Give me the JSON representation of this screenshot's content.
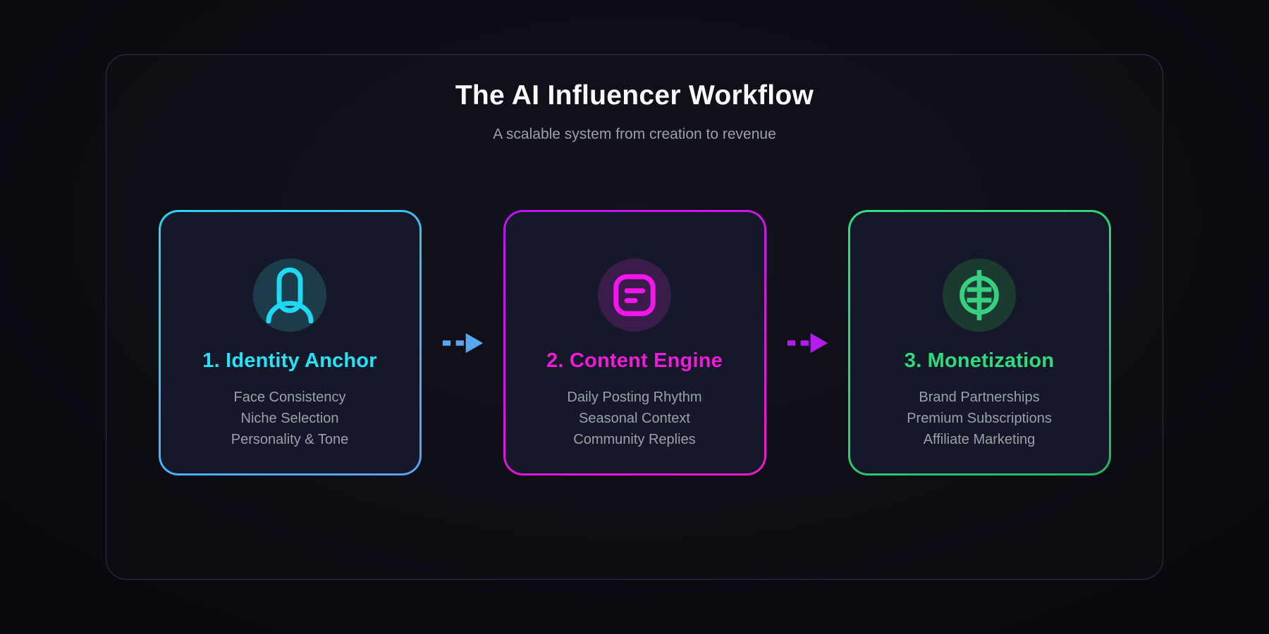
{
  "page": {
    "title": "The AI Influencer Workflow",
    "subtitle": "A scalable system from creation to revenue"
  },
  "workflow": {
    "steps": [
      {
        "title": "1. Identity Anchor",
        "icon": "user-icon",
        "items": [
          "Face Consistency",
          "Niche Selection",
          "Personality & Tone"
        ],
        "accent": "#2ed3f2",
        "accent_secondary": "#5d9ff2",
        "icon_background": "#1c3c4c"
      },
      {
        "title": "2. Content Engine",
        "icon": "note-icon",
        "items": [
          "Daily Posting Rhythm",
          "Seasonal Context",
          "Community Replies"
        ],
        "accent": "#ee1bd8",
        "accent_secondary": "#bb14f2",
        "icon_background": "#3a1c4b"
      },
      {
        "title": "3. Monetization",
        "icon": "coin-icon",
        "items": [
          "Brand Partnerships",
          "Premium Subscriptions",
          "Affiliate Marketing"
        ],
        "accent": "#30d97d",
        "accent_secondary": "#27b366",
        "icon_background": "#1b3a30"
      }
    ],
    "arrows": [
      {
        "name": "flow-arrow-1",
        "color": "#58a5f0"
      },
      {
        "name": "flow-arrow-2",
        "color": "#b21cf0"
      }
    ]
  },
  "colors": {
    "page_background": "#0b0b12",
    "panel_border": "#32324a",
    "card_background": "#151828",
    "heading_text": "#f8f9fa",
    "muted_text": "#9aa0ad"
  }
}
